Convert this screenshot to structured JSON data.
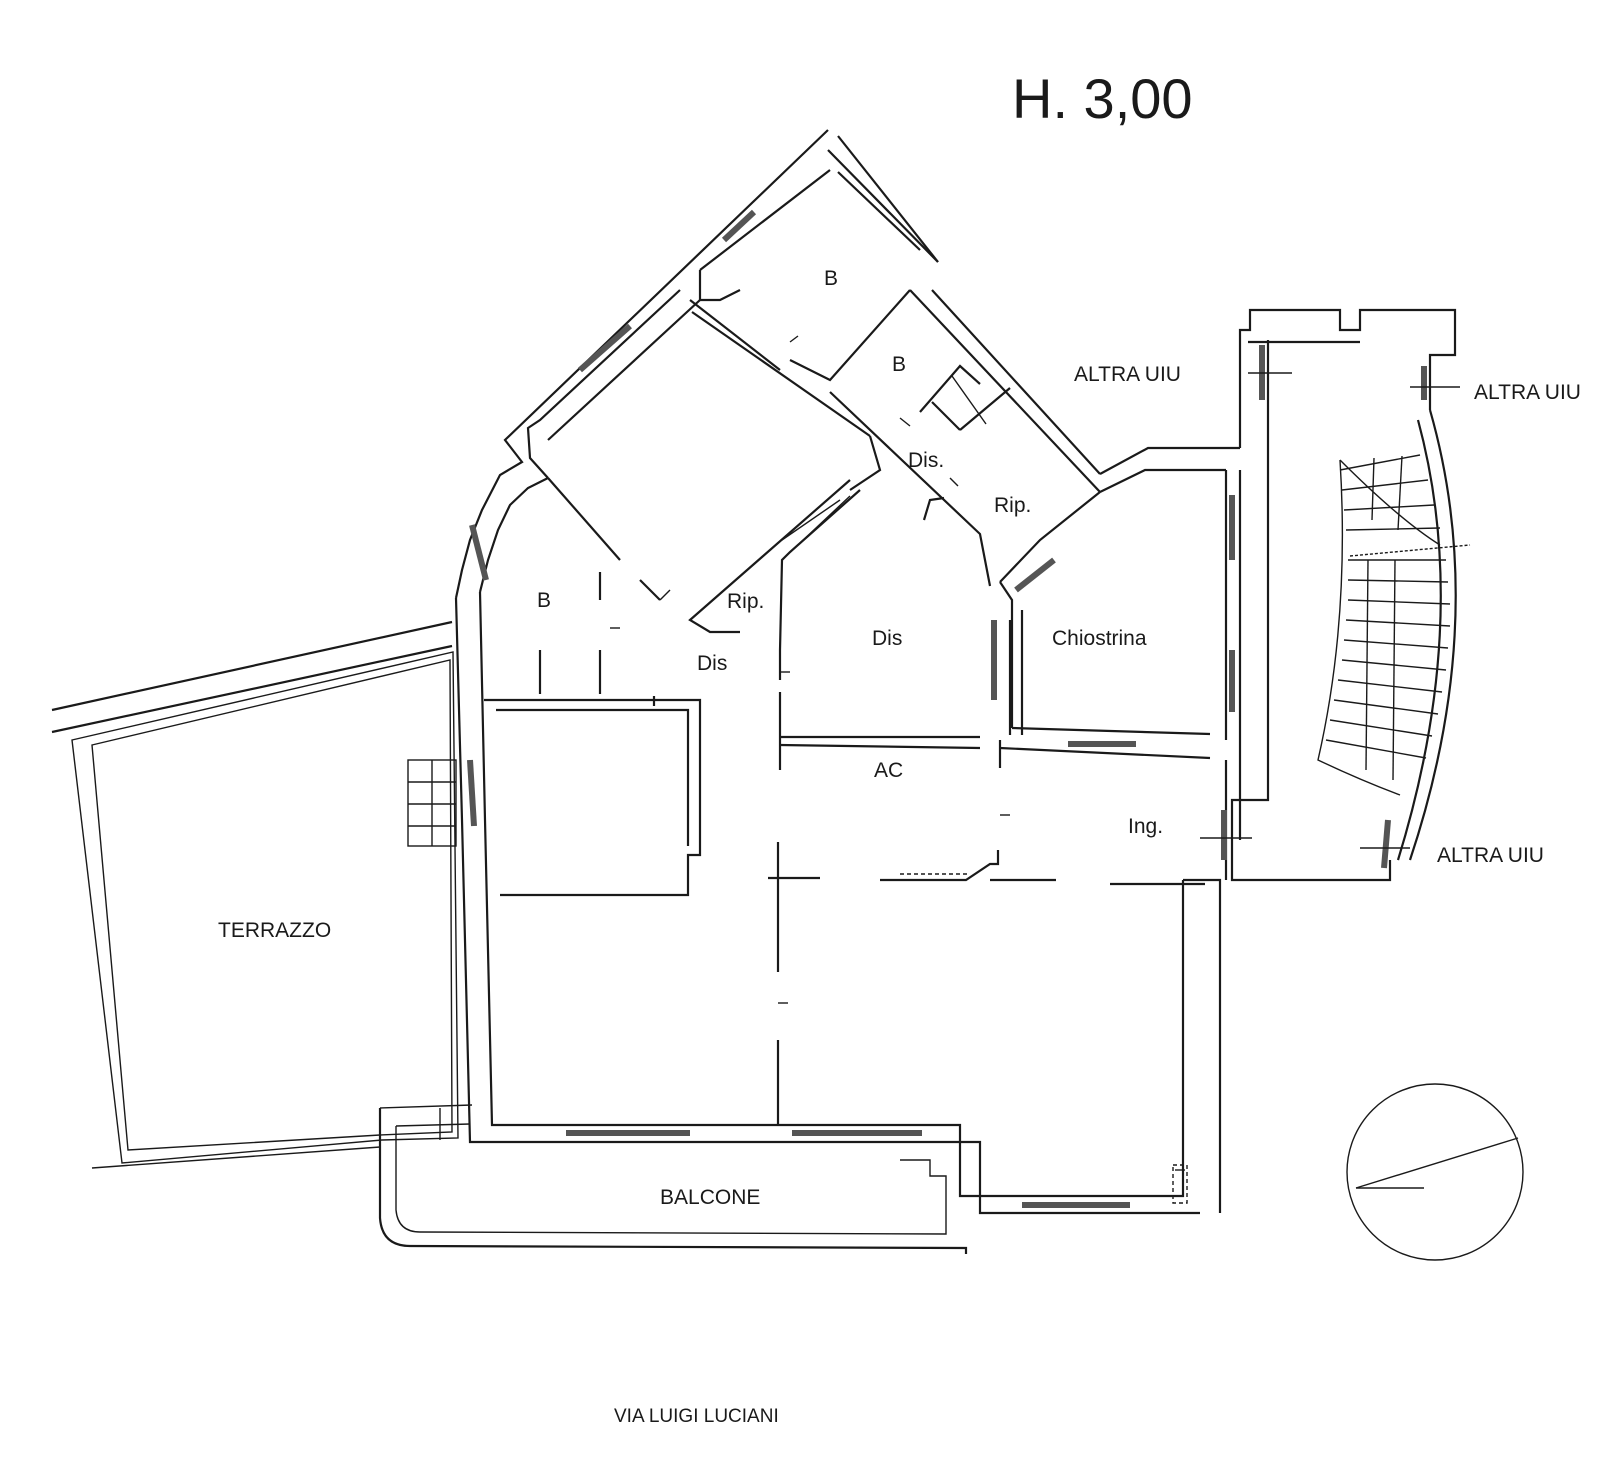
{
  "plan": {
    "height_label": "H. 3,00",
    "street_label": "VIA LUIGI LUCIANI",
    "rooms": {
      "b_top": "B",
      "b_mid": "B",
      "b_left": "B",
      "dis_dot": "Dis.",
      "rip_right": "Rip.",
      "rip_mid": "Rip.",
      "dis_left": "Dis",
      "dis_center": "Dis",
      "chiostrina": "Chiostrina",
      "ac": "AC",
      "ing": "Ing.",
      "terrazzo": "TERRAZZO",
      "balcone": "BALCONE",
      "altra_uiu_1": "ALTRA UIU",
      "altra_uiu_2": "ALTRA UIU",
      "altra_uiu_3": "ALTRA UIU"
    }
  }
}
